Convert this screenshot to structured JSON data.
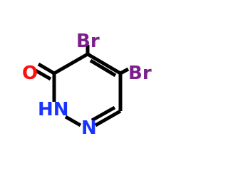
{
  "molecule": {
    "atoms": {
      "br1": {
        "symbol": "Br",
        "color": "#7a1f8c"
      },
      "br2": {
        "symbol": "Br",
        "color": "#7a1f8c"
      },
      "o": {
        "symbol": "O",
        "color": "#ff0d0d"
      },
      "nh": {
        "symbol": "HN",
        "color": "#1a34ff"
      },
      "n": {
        "symbol": "N",
        "color": "#1a34ff"
      }
    }
  }
}
